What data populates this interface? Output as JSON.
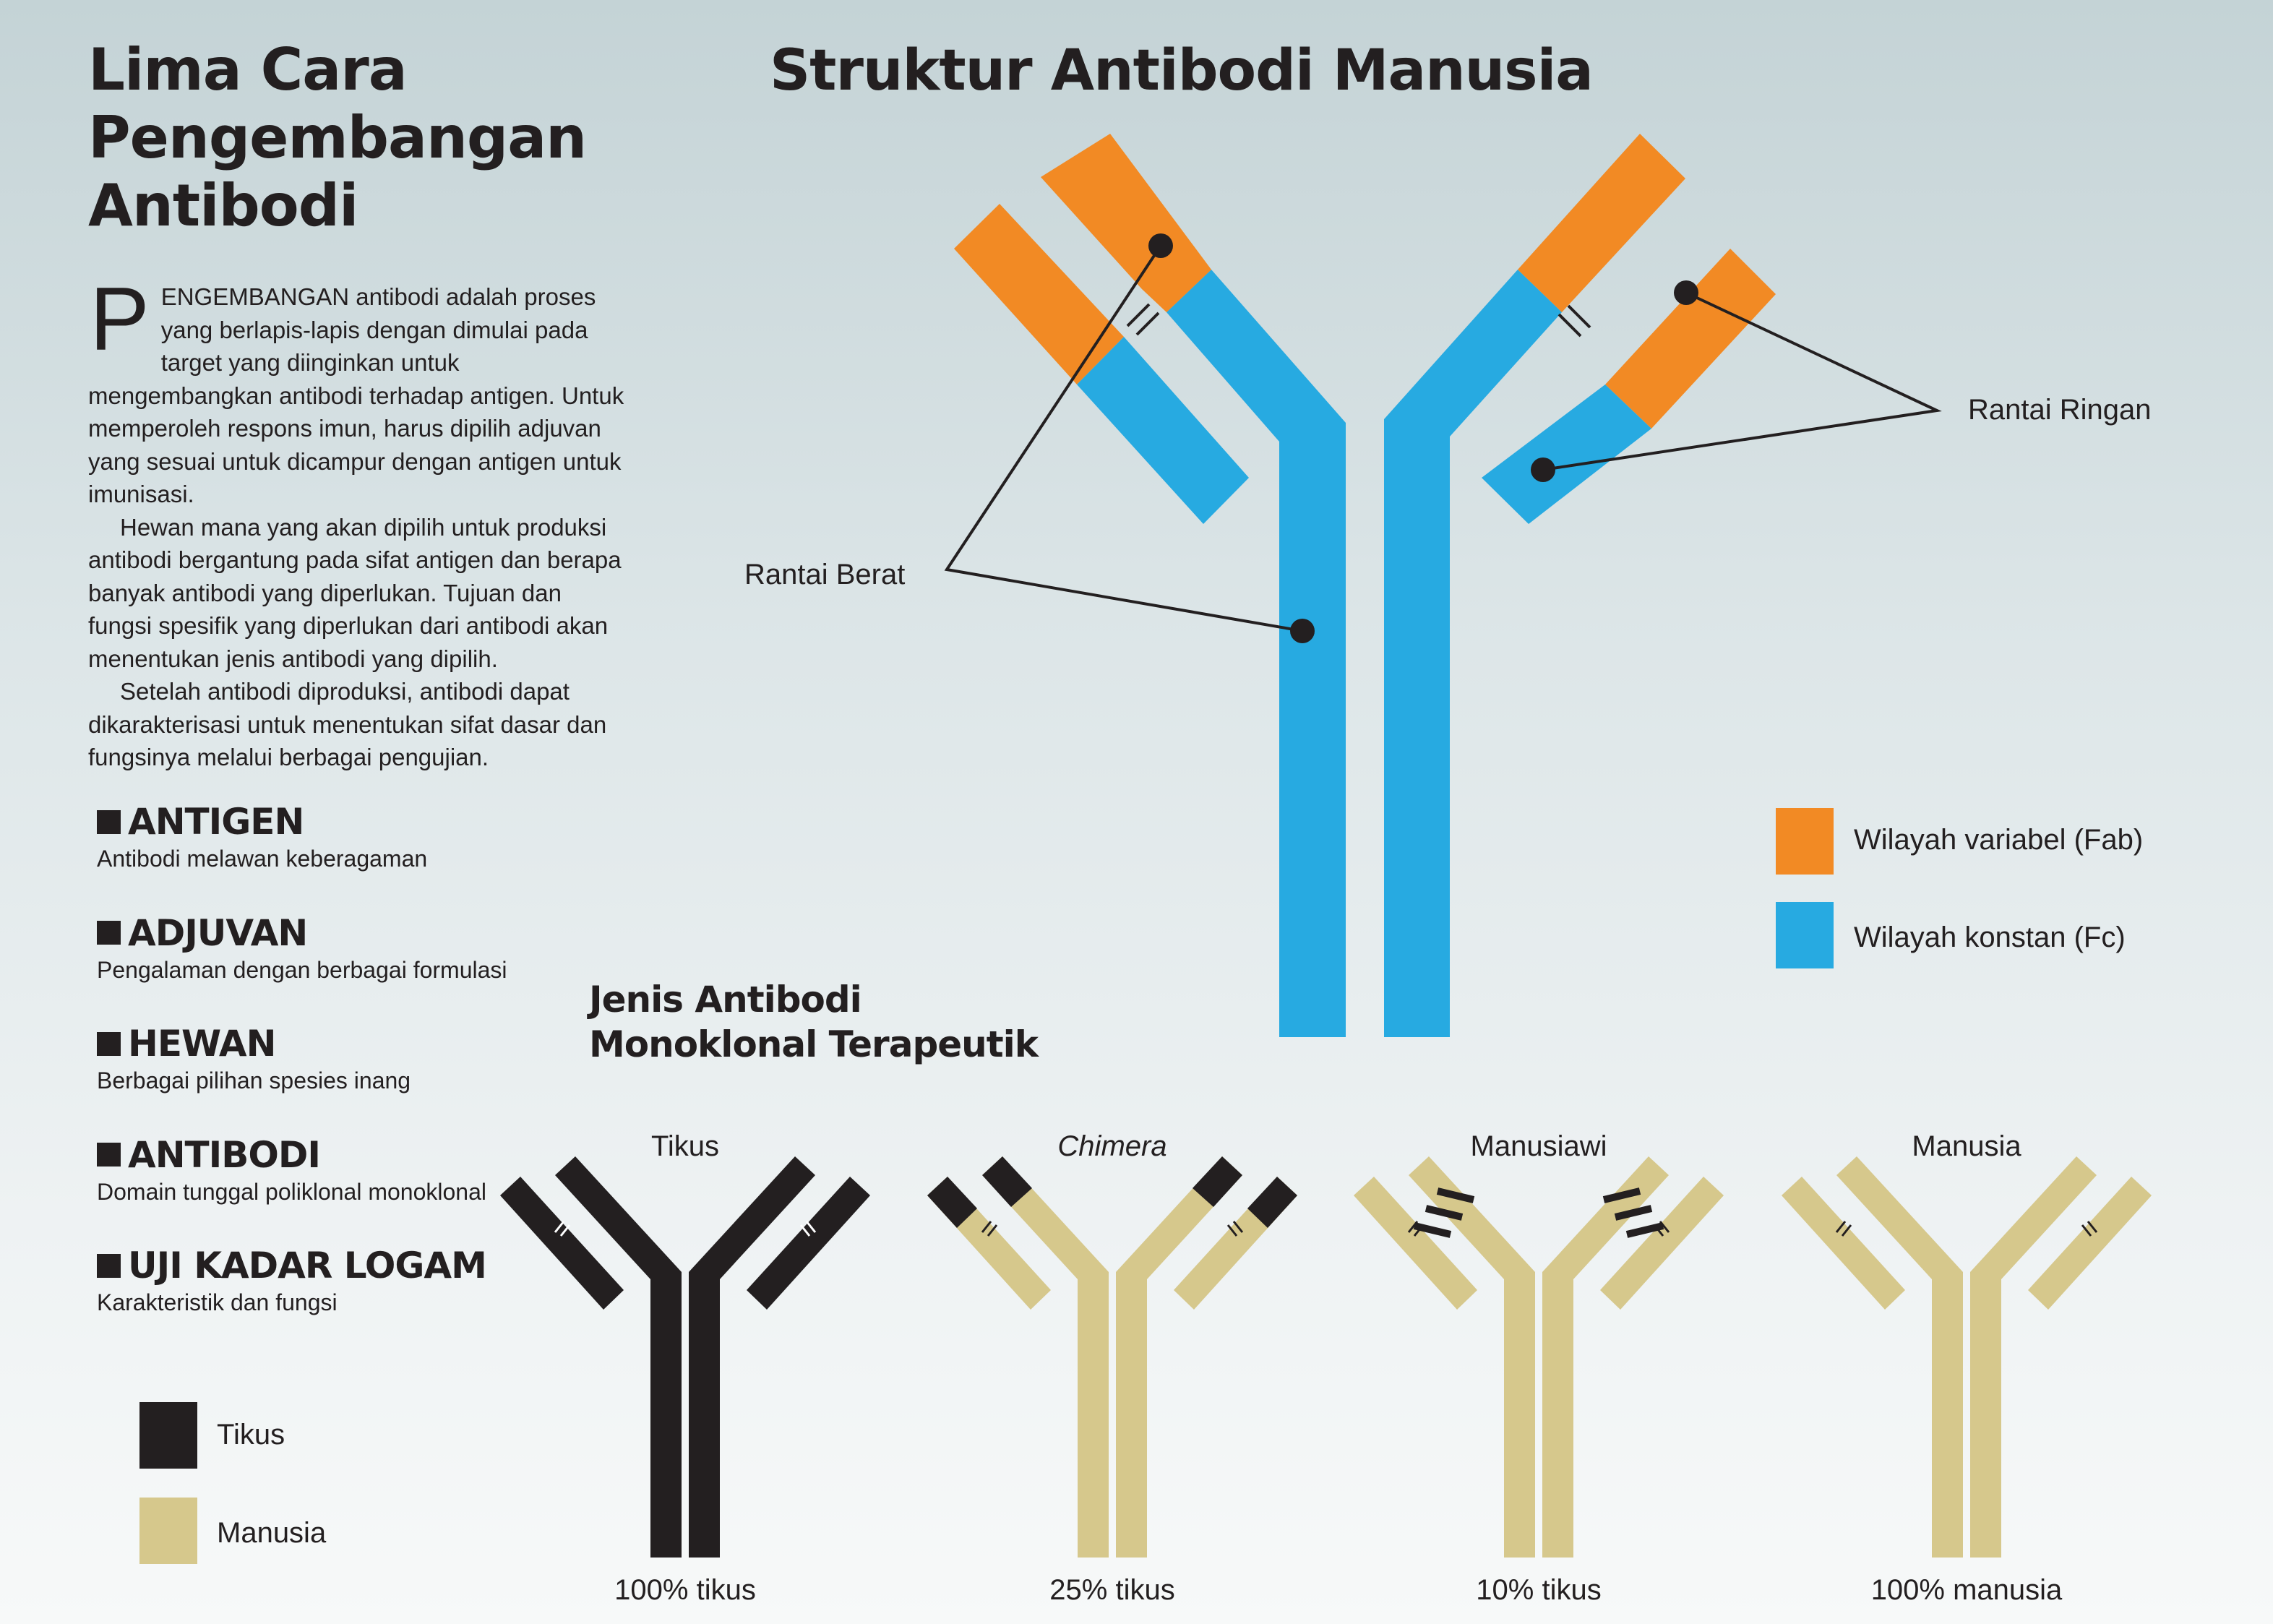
{
  "left_panel": {
    "title_lines": [
      "Lima Cara",
      "Pengembangan",
      "Antibodi"
    ],
    "intro": {
      "drop_cap": "P",
      "paragraph_1": "ENGEMBANGAN antibodi adalah proses yang berlapis-lapis dengan dimulai pada target yang diinginkan untuk mengembangkan antibodi terhadap antigen. Untuk memperoleh respons imun, harus dipilih adjuvan yang sesuai untuk dicampur dengan antigen untuk imunisasi.",
      "paragraph_2": "Hewan mana yang akan dipilih untuk produksi antibodi bergantung pada sifat antigen dan berapa banyak antibodi yang diperlukan. Tujuan dan fungsi spesifik yang diperlukan dari antibodi akan menentukan jenis antibodi yang dipilih.",
      "paragraph_3": "Setelah antibodi diproduksi, antibodi dapat dikarakterisasi untuk menentukan sifat dasar dan fungsinya melalui berbagai pengujian."
    },
    "bullets": [
      {
        "title": "ANTIGEN",
        "desc": "Antibodi melawan keberagaman"
      },
      {
        "title": "ADJUVAN",
        "desc": "Pengalaman dengan berbagai formulasi"
      },
      {
        "title": "HEWAN",
        "desc": "Berbagai pilihan spesies inang"
      },
      {
        "title": "ANTIBODI",
        "desc": "Domain tunggal poliklonal monoklonal"
      },
      {
        "title": "UJI KADAR LOGAM",
        "desc": "Karakteristik dan fungsi"
      }
    ],
    "species_legend": [
      {
        "label": "Tikus",
        "color": "#231f20"
      },
      {
        "label": "Manusia",
        "color": "#d6c88c"
      }
    ]
  },
  "structure": {
    "title": "Struktur Antibodi Manusia",
    "heavy_chain_label": "Rantai Berat",
    "light_chain_label": "Rantai Ringan",
    "legend": [
      {
        "label": "Wilayah variabel (Fab)",
        "color": "#f28a24"
      },
      {
        "label": "Wilayah konstan (Fc)",
        "color": "#27aae1"
      }
    ]
  },
  "therapeutic": {
    "title_lines": [
      "Jenis Antibodi",
      "Monoklonal Terapeutik"
    ],
    "types": [
      {
        "name": "Tikus",
        "italic": false,
        "share": "100% tikus",
        "mouse_fraction": 1.0
      },
      {
        "name": "Chimera",
        "italic": true,
        "share": "25% tikus",
        "mouse_fraction": 0.25
      },
      {
        "name": "Manusiawi",
        "italic": false,
        "share": "10% tikus",
        "mouse_fraction": 0.1
      },
      {
        "name": "Manusia",
        "italic": false,
        "share": "100% manusia",
        "mouse_fraction": 0.0
      }
    ]
  }
}
